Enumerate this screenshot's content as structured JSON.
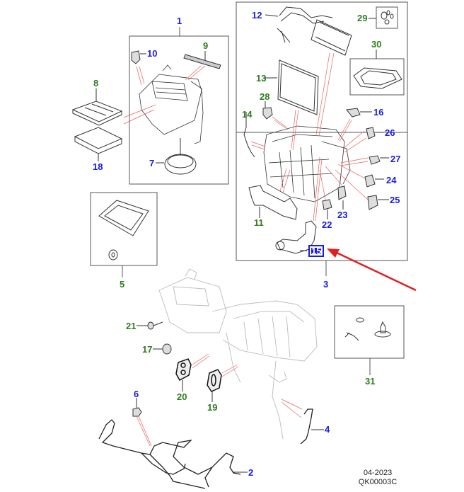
{
  "diagram": {
    "title": "Heater / air conditioning unit exploded parts diagram",
    "highlighted_callout": "15",
    "colors": {
      "callout_blue": "#1a1ae6",
      "callout_green": "#2e7d1e",
      "leader_red": "#e86060",
      "arrow_red": "#e02020",
      "box_border": "#555555"
    },
    "groups": [
      {
        "id": "1",
        "label": "1",
        "color": "blue",
        "children": [
          "7",
          "9",
          "10"
        ]
      },
      {
        "id": "3",
        "label": "3",
        "color": "blue",
        "children": [
          "11",
          "12",
          "13",
          "14",
          "15",
          "16",
          "22",
          "23",
          "24",
          "25",
          "26",
          "27",
          "28",
          "29",
          "30"
        ]
      },
      {
        "id": "5",
        "label": "5",
        "color": "green",
        "children": []
      },
      {
        "id": "31",
        "label": "31",
        "color": "green",
        "children": []
      }
    ],
    "callouts": {
      "c1": "1",
      "c2": "2",
      "c3": "3",
      "c4": "4",
      "c5": "5",
      "c6": "6",
      "c7": "7",
      "c8": "8",
      "c9": "9",
      "c10": "10",
      "c11": "11",
      "c12": "12",
      "c13": "13",
      "c14": "14",
      "c15": "15",
      "c16": "16",
      "c17": "17",
      "c18": "18",
      "c19": "19",
      "c20": "20",
      "c21": "21",
      "c22": "22",
      "c23": "23",
      "c24": "24",
      "c25": "25",
      "c26": "26",
      "c27": "27",
      "c28": "28",
      "c29": "29",
      "c30": "30",
      "c31": "31"
    },
    "footer": {
      "date": "04-2023",
      "code": "QK00003C"
    }
  }
}
